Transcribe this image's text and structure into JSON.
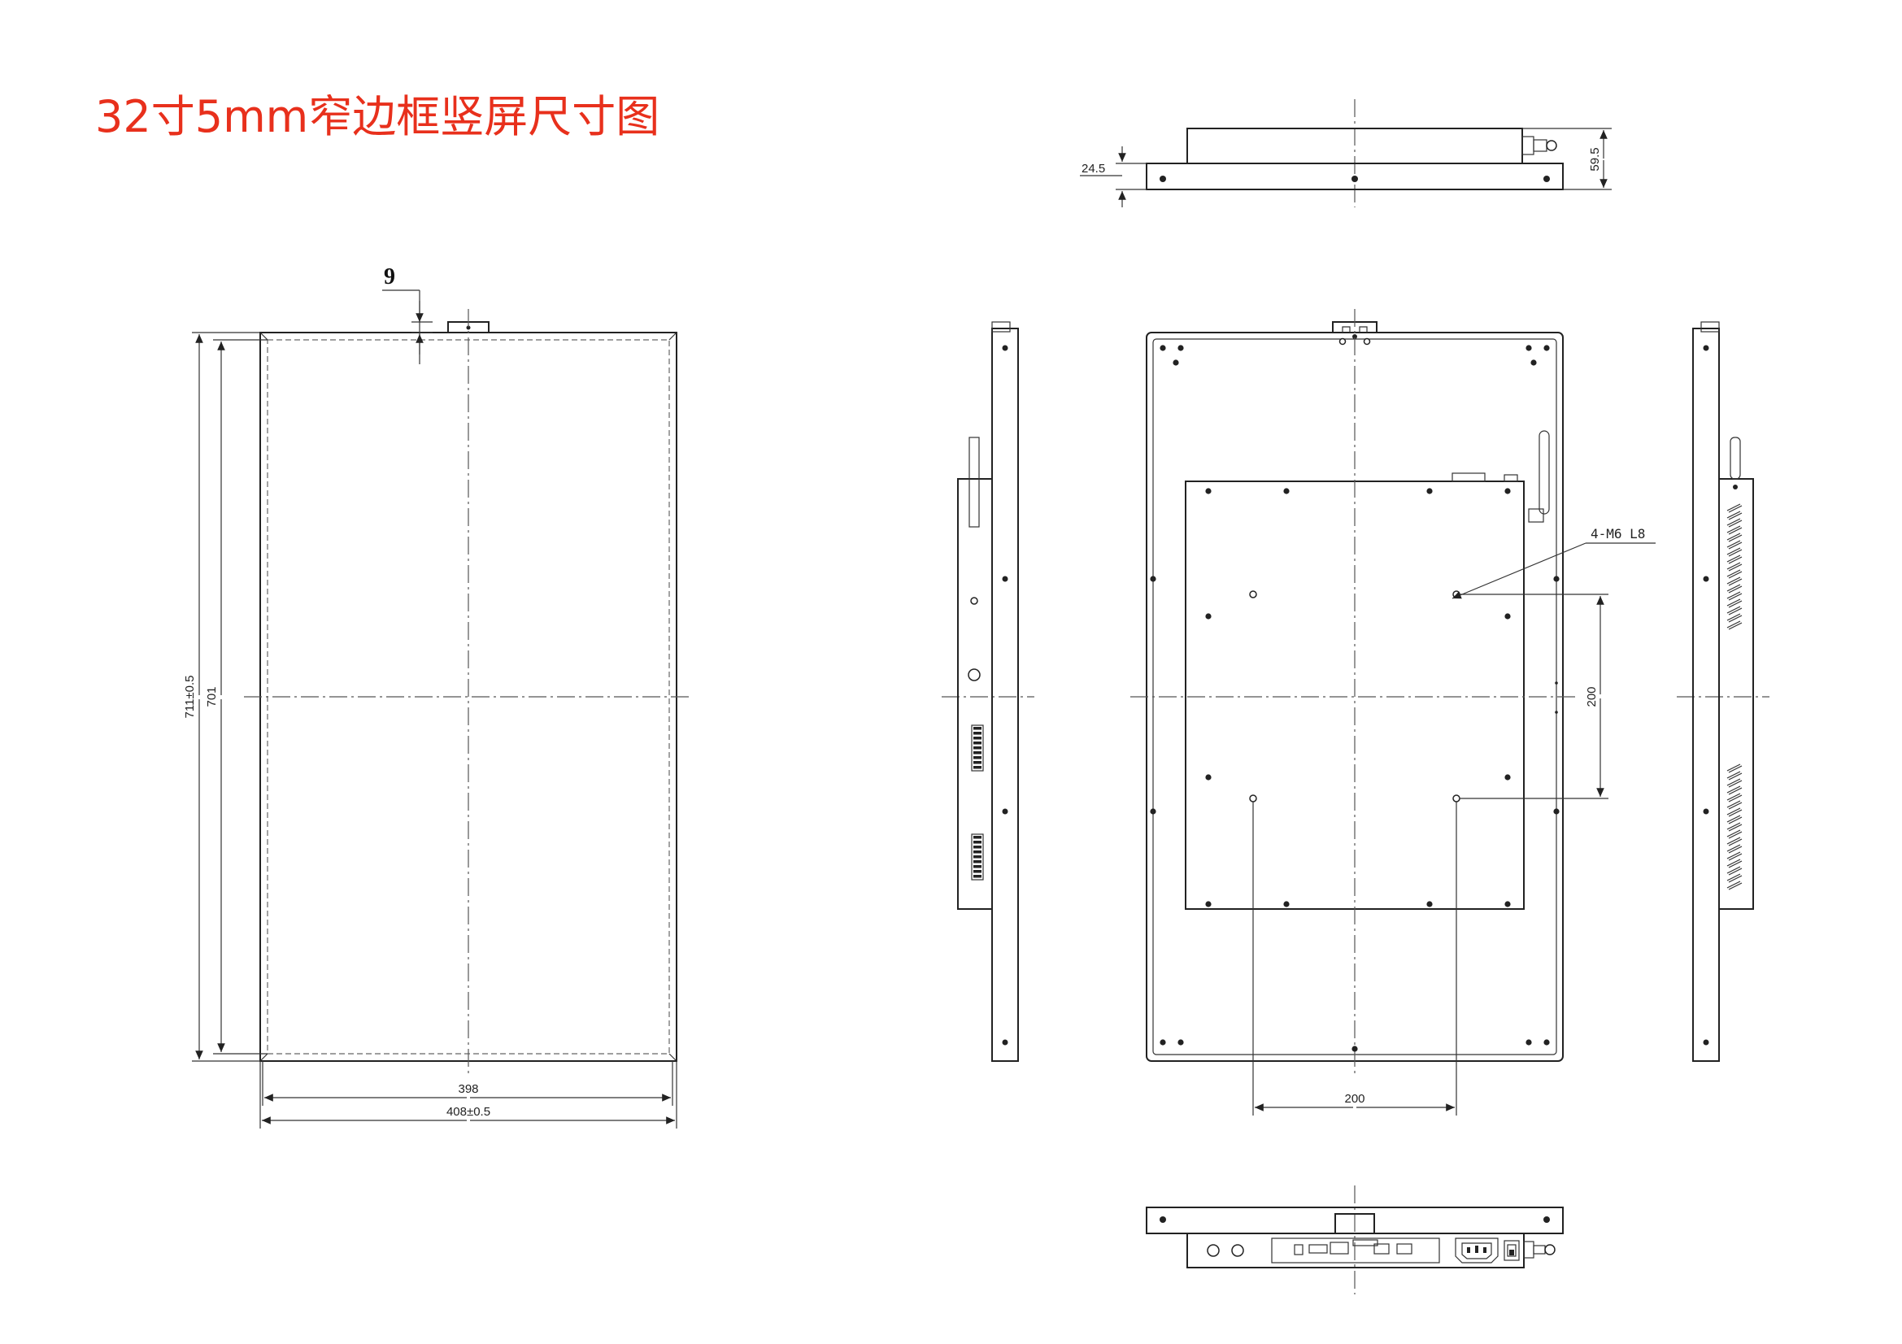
{
  "title": "32寸5mm窄边框竖屏尺寸图",
  "colors": {
    "title": "#e8301c",
    "line": "#222222"
  },
  "dimensions": {
    "top_gap": "9",
    "outer_height": "711±0.5",
    "inner_height": "701",
    "inner_width": "398",
    "outer_width": "408±0.5",
    "top_view_left": "24.5",
    "top_view_right": "59.5",
    "mount_screw": "4-M6 L8",
    "vesa_vertical": "200",
    "vesa_horizontal": "200"
  }
}
